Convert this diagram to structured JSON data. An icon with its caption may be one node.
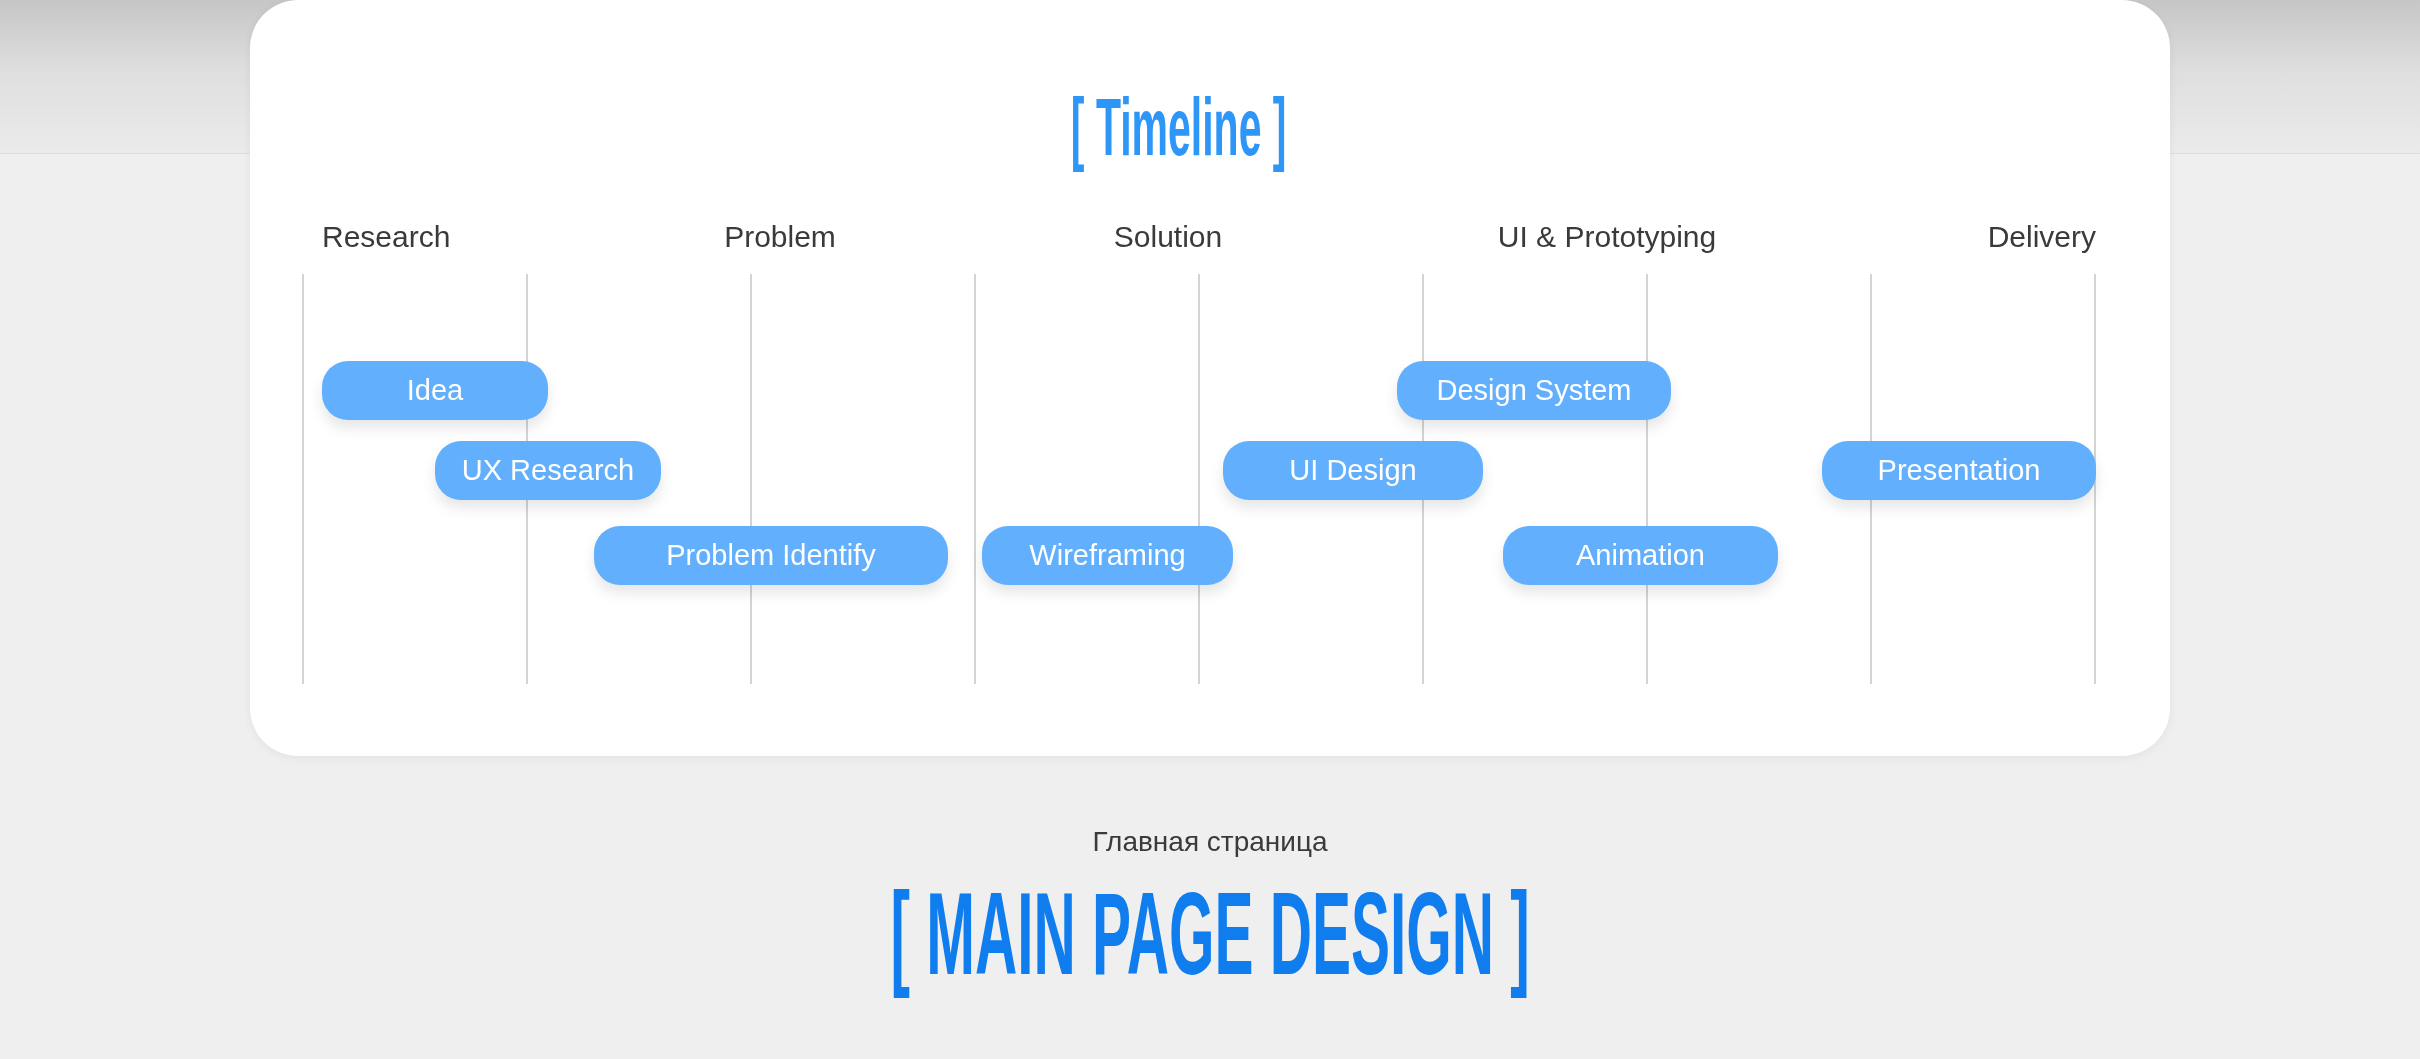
{
  "diagram": {
    "title": "[ Timeline ]",
    "nodes": [
      {
        "text": [
          "Idea"
        ]
      },
      {
        "text": [
          "UX Research"
        ]
      },
      {
        "text": [
          "Problem Identify"
        ]
      },
      {
        "text": [
          "Wireframing"
        ]
      },
      {
        "text": [
          "UI Design"
        ]
      },
      {
        "text": [
          "Design System"
        ]
      },
      {
        "text": [
          "Animation"
        ]
      },
      {
        "text": [
          "Presentation"
        ]
      }
    ],
    "labels": [
      "Research",
      "Problem",
      "Solution",
      "UI & Prototyping",
      "Delivery",
      "Главная страница",
      "[ MAIN PAGE DESIGN ]"
    ]
  }
}
